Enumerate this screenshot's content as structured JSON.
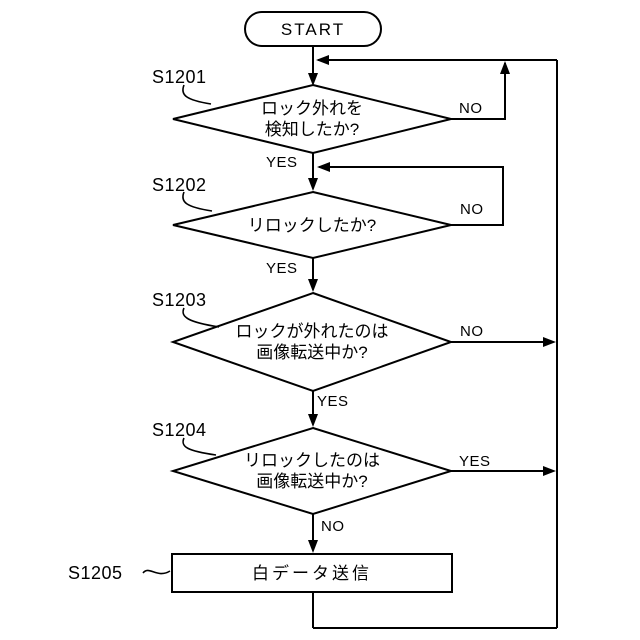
{
  "colors": {
    "line": "#000000",
    "background": "#ffffff",
    "text": "#000000"
  },
  "flowchart": {
    "start": {
      "label": "START"
    },
    "steps": [
      {
        "id": "S1201",
        "type": "decision",
        "lines": [
          "ロック外れを",
          "検知したか?"
        ],
        "yes": "YES",
        "no": "NO"
      },
      {
        "id": "S1202",
        "type": "decision",
        "lines": [
          "リロックしたか?"
        ],
        "yes": "YES",
        "no": "NO"
      },
      {
        "id": "S1203",
        "type": "decision",
        "lines": [
          "ロックが外れたのは",
          "画像転送中か?"
        ],
        "yes": "YES",
        "no": "NO"
      },
      {
        "id": "S1204",
        "type": "decision",
        "lines": [
          "リロックしたのは",
          "画像転送中か?"
        ],
        "yes": "YES",
        "no": "NO"
      },
      {
        "id": "S1205",
        "type": "process",
        "lines": [
          "白データ送信"
        ]
      }
    ]
  }
}
